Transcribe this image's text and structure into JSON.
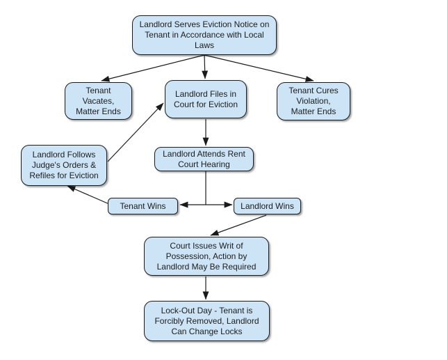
{
  "diagram": {
    "type": "flowchart",
    "background_color": "#ffffff",
    "node_fill_color": "#cce4f6",
    "node_border_color": "#1a1a1a",
    "connector_color": "#1a1a1a",
    "nodes": [
      {
        "id": "serve-notice",
        "label": "Landlord Serves Eviction Notice on\nTenant in Accordance with Local\nLaws"
      },
      {
        "id": "tenant-vacates",
        "label": "Tenant\nVacates,\nMatter Ends"
      },
      {
        "id": "landlord-files",
        "label": "Landlord Files in\nCourt for Eviction"
      },
      {
        "id": "tenant-cures",
        "label": "Tenant Cures\nViolation,\nMatter Ends"
      },
      {
        "id": "landlord-follows",
        "label": "Landlord Follows\nJudge's Orders &\nRefiles for Eviction"
      },
      {
        "id": "attends-hearing",
        "label": "Landlord Attends Rent\nCourt Hearing"
      },
      {
        "id": "tenant-wins",
        "label": "Tenant Wins"
      },
      {
        "id": "landlord-wins",
        "label": "Landlord Wins"
      },
      {
        "id": "writ-of-possession",
        "label": "Court Issues Writ of\nPossession, Action by\nLandlord May Be Required"
      },
      {
        "id": "lockout-day",
        "label": "Lock-Out Day - Tenant is\nForcibly Removed, Landlord\nCan Change Locks"
      }
    ],
    "edges": [
      {
        "from": "serve-notice",
        "to": "tenant-vacates"
      },
      {
        "from": "serve-notice",
        "to": "landlord-files"
      },
      {
        "from": "serve-notice",
        "to": "tenant-cures"
      },
      {
        "from": "landlord-files",
        "to": "attends-hearing"
      },
      {
        "from": "attends-hearing",
        "to": "tenant-wins"
      },
      {
        "from": "attends-hearing",
        "to": "landlord-wins"
      },
      {
        "from": "tenant-wins",
        "to": "landlord-follows"
      },
      {
        "from": "landlord-follows",
        "to": "landlord-files"
      },
      {
        "from": "landlord-wins",
        "to": "writ-of-possession"
      },
      {
        "from": "writ-of-possession",
        "to": "lockout-day"
      }
    ]
  }
}
